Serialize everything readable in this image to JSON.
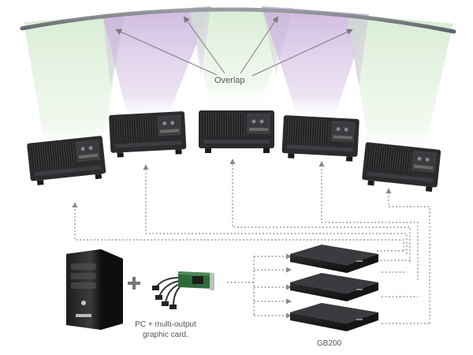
{
  "labels": {
    "overlap": "Overlap",
    "pc_line1": "PC + multi-output",
    "pc_line2": "graphic card.",
    "gb200": "GB200"
  },
  "colors": {
    "screen": "#7a7d82",
    "green_beam": "#e2f1df",
    "purple_beam": "#ddcde9",
    "projector_body": "#2a2b2d",
    "dotted_line": "#8a8a8a",
    "arrow_line": "#7b7b7b"
  },
  "projectors": [
    {
      "name": "projector-1"
    },
    {
      "name": "projector-2"
    },
    {
      "name": "projector-3"
    },
    {
      "name": "projector-4"
    },
    {
      "name": "projector-5"
    }
  ],
  "gb200_units": 3
}
